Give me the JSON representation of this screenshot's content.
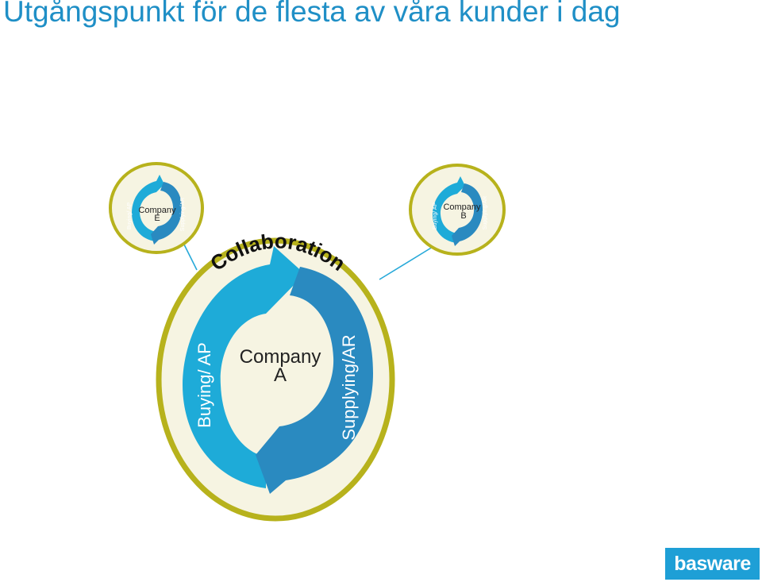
{
  "title": "Utgångspunkt för de flesta av våra kunder i dag",
  "colors": {
    "title": "#1f8fc6",
    "ring": "#b7b21c",
    "fill": "#f6f4e2",
    "arrow_light": "#1eabd8",
    "arrow_dark": "#2a8ac0",
    "connector": "#27a9d9",
    "logo_bg": "#1e9fd6"
  },
  "main": {
    "arc_label": "Collaboration",
    "company_line1": "Company",
    "company_line2": "A",
    "left_label": "Buying/ AP",
    "right_label": "Supplying/AR"
  },
  "company_e": {
    "company_line1": "Company",
    "company_line2": "E",
    "left_label": "Buying/ AP",
    "right_label": "Supplying/AR"
  },
  "company_b": {
    "company_line1": "Company",
    "company_line2": "B",
    "left_label": "Buying/ AP",
    "right_label": "Supplying/AR"
  },
  "logo": {
    "text": "basware"
  }
}
